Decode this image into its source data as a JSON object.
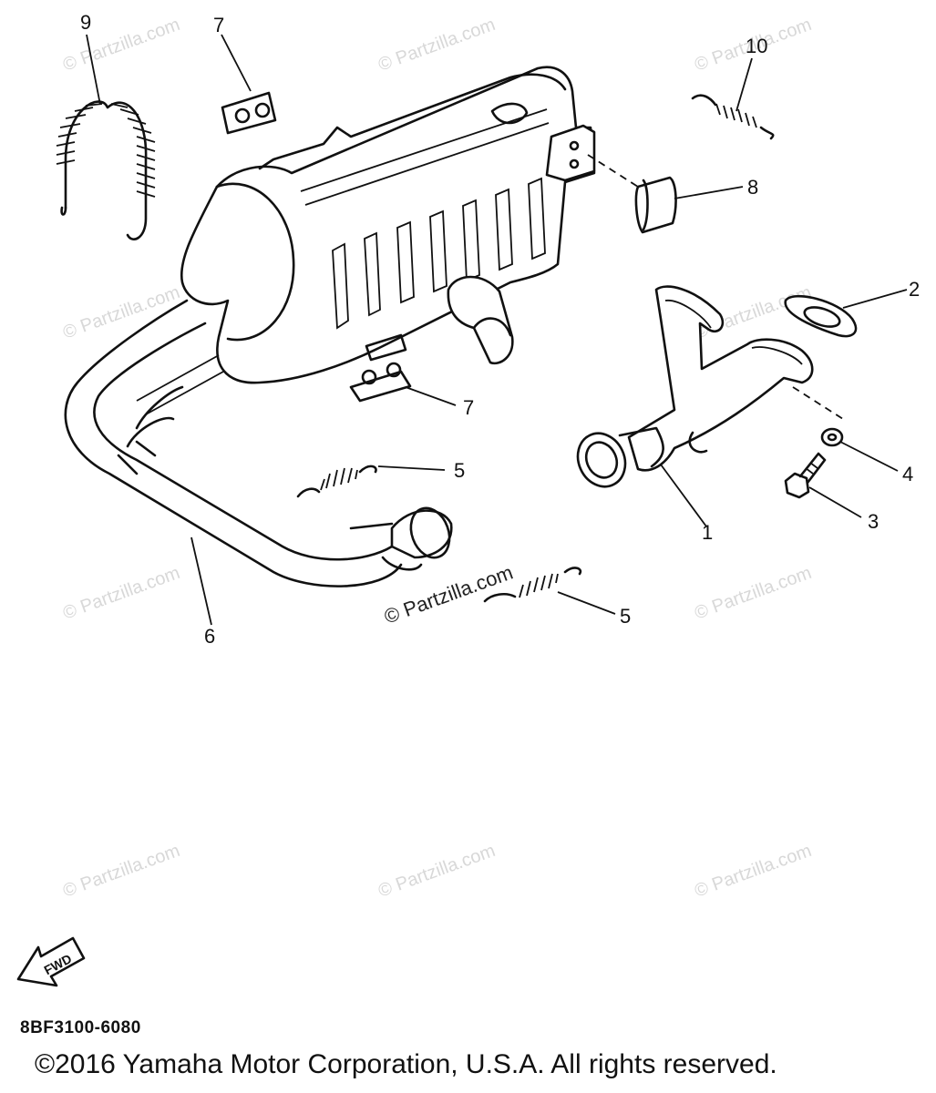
{
  "watermark": {
    "text": "© Partzilla.com"
  },
  "callouts": {
    "c1": "1",
    "c2": "2",
    "c3": "3",
    "c4": "4",
    "c5a": "5",
    "c5b": "5",
    "c6": "6",
    "c7a": "7",
    "c7b": "7",
    "c8": "8",
    "c9": "9",
    "c10": "10"
  },
  "fwd_label": "FWD",
  "part_code": "8BF3100-6080",
  "copyright": "©2016  Yamaha Motor Corporation, U.S.A. All rights reserved."
}
